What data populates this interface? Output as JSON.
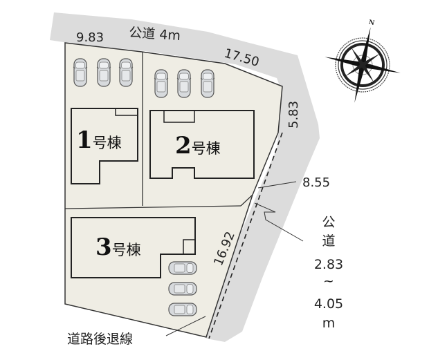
{
  "diagram": {
    "type": "site-plan",
    "colors": {
      "road": "#dcdcdc",
      "lot": "#efede4",
      "outline": "#333333",
      "background": "#ffffff",
      "car_body": "#d7dadd"
    },
    "roads": {
      "north_road": {
        "label": "公道 4m"
      },
      "east_road": {
        "label_lines": [
          "公",
          "道",
          "2.83",
          "~",
          "4.05",
          "m"
        ]
      }
    },
    "dimensions": {
      "north_lot1": "9.83",
      "north_lot2": "17.50",
      "east_upper": "5.83",
      "east_middle": "8.55",
      "east_lower": "16.92"
    },
    "buildings": [
      {
        "number": "1",
        "suffix": "号棟",
        "parking_spaces": 3
      },
      {
        "number": "2",
        "suffix": "号棟",
        "parking_spaces": 3
      },
      {
        "number": "3",
        "suffix": "号棟",
        "parking_spaces": 3
      }
    ],
    "annotations": {
      "setback_line": "道路後退線"
    },
    "compass": {
      "north_label": "N"
    }
  }
}
